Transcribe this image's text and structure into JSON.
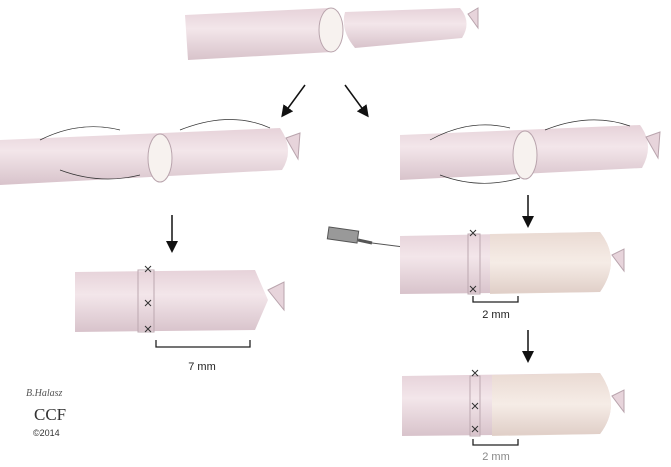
{
  "labels": {
    "left_scale": "7 mm",
    "right_scale_top": "2 mm",
    "right_scale_bottom": "2 mm"
  },
  "credit": {
    "signature": "B.Halasz",
    "org": "CCF",
    "year": "©2014"
  },
  "colors": {
    "tissue": "#efdde3",
    "tissue_shade": "#d9c2ca",
    "graft": "#f2e6de",
    "suture": "#333333"
  }
}
